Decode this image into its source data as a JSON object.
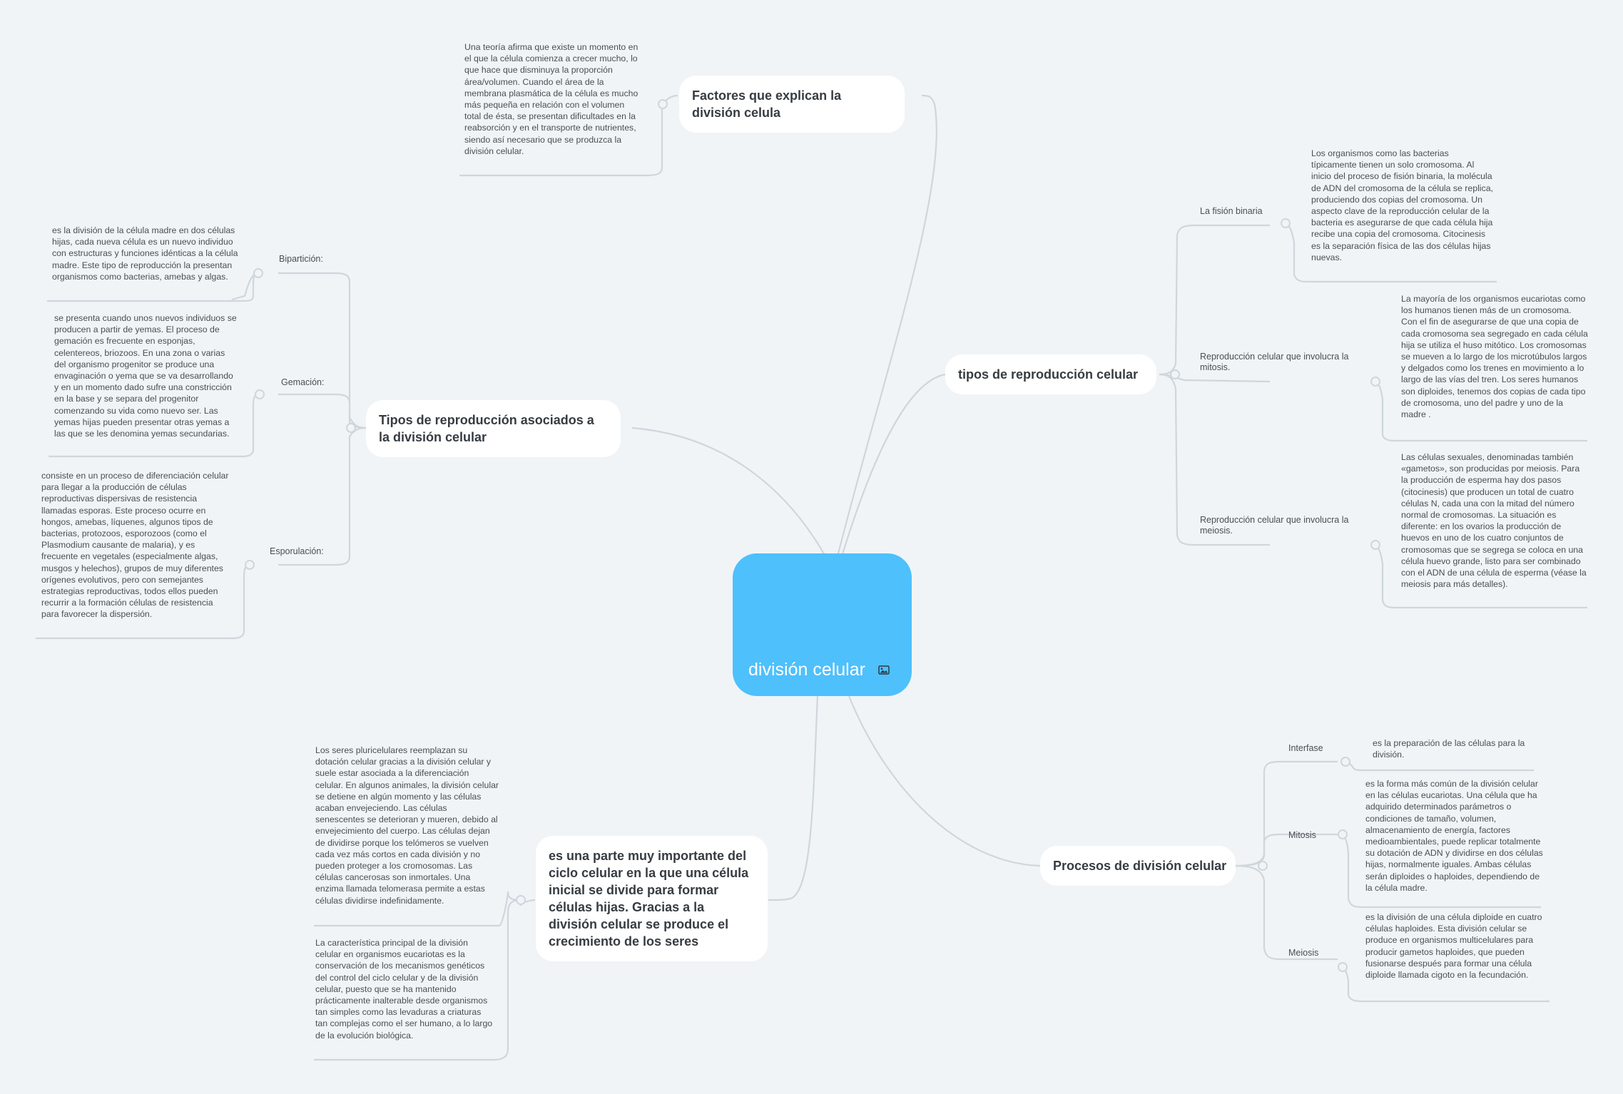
{
  "root": {
    "title": "división celular",
    "icon": "image-icon"
  },
  "branches": {
    "factores": {
      "title": "Factores que explican la división celula",
      "leaf": "Una teoría afirma que existe un momento en el que la célula comienza a crecer mucho, lo que hace que disminuya la proporción área/volumen. Cuando el área de la membrana plasmática de la célula es mucho más pequeña en relación con el volumen total de ésta, se presentan dificultades en la reabsorción y en el transporte de nutrientes, siendo así necesario que se produzca la división celular."
    },
    "tipos_asociados": {
      "title": "Tipos de reproducción asociados a la división celular",
      "items": [
        {
          "label": "Bipartición:",
          "text": "es la división de la célula madre en dos células hijas, cada nueva célula es un nuevo individuo con estructuras y funciones idénticas a la célula madre. Este tipo de reproducción la presentan organismos como bacterias, amebas y algas."
        },
        {
          "label": "Gemación:",
          "text": "se presenta cuando unos nuevos individuos se producen a partir de yemas. El proceso de gemación es frecuente en esponjas, celentereos, briozoos. En una zona o varias del organismo progenitor se produce una envaginación o yema que se va desarrollando y en un momento dado sufre una constricción en la base y se separa del progenitor comenzando su vida como nuevo ser. Las yemas hijas pueden presentar otras yemas a las que se les denomina yemas secundarias."
        },
        {
          "label": "Esporulación:",
          "text": "consiste en un proceso de diferenciación celular para llegar a la producción de células reproductivas dispersivas de resistencia llamadas esporas. Este proceso ocurre en hongos, amebas, líquenes, algunos tipos de bacterias, protozoos, esporozoos (como el Plasmodium causante de malaria), y es frecuente en vegetales (especialmente algas, musgos y helechos), grupos de muy diferentes orígenes evolutivos, pero con semejantes estrategias reproductivas, todos ellos pueden recurrir a la formación células de resistencia para favorecer la dispersión."
        }
      ]
    },
    "tipos_reproduccion": {
      "title": "tipos de reproducción celular",
      "items": [
        {
          "label": "La fisión binaria",
          "text": "Los organismos como las bacterias típicamente tienen un solo cromosoma. Al inicio del proceso de fisión binaria, la molécula de ADN del cromosoma de la célula se replica, produciendo dos copias del cromosoma. Un aspecto clave de la reproducción celular de la bacteria es asegurarse de que cada célula hija recibe una copia del cromosoma. Citocinesis es la separación física de las dos células hijas nuevas."
        },
        {
          "label": "Reproducción celular que involucra la mitosis.",
          "text": "La mayoría de los organismos eucariotas como los humanos tienen más de un cromosoma. Con el fin de asegurarse de que una copia de cada cromosoma sea segregado en cada célula hija se utiliza el huso mitótico. Los cromosomas se mueven a lo largo de los microtúbulos largos y delgados como los trenes en movimiento a lo largo de las vías del tren. Los seres humanos son diploides, tenemos dos copias de cada tipo de cromosoma, uno del padre y uno de la madre ."
        },
        {
          "label": "Reproducción celular que involucra la meiosis.",
          "text": "Las células sexuales, denominadas también «gametos», son producidas por meiosis. Para la producción de esperma hay dos pasos (citocinesis) que producen un total de cuatro células N, cada una con la mitad del número normal de cromosomas. La situación es diferente: en los ovarios la producción de huevos en uno de los cuatro conjuntos de cromosomas que se segrega se coloca en una célula huevo grande, listo para ser combinado con el ADN de una célula de esperma (véase la meiosis para más detalles)."
        }
      ]
    },
    "definicion": {
      "title": "es una parte muy importante del ciclo celular en la que una célula inicial se divide para formar células hijas. Gracias a la división celular se produce el crecimiento de los seres",
      "leaves": [
        "Los seres pluricelulares reemplazan su dotación celular gracias a la división celular y suele estar asociada a la diferenciación celular. En algunos animales, la división celular se detiene en algún momento y las células acaban envejeciendo. Las células senescentes se deterioran y mueren, debido al envejecimiento del cuerpo. Las células dejan de dividirse porque los telómeros se vuelven cada vez más cortos en cada división y no pueden proteger a los cromosomas. Las células cancerosas son inmortales. Una enzima llamada telomerasa permite a estas células dividirse indefinidamente.",
        "La característica principal de la división celular en organismos eucariotas es la conservación de los mecanismos genéticos del control del ciclo celular y de la división celular, puesto que se ha mantenido prácticamente inalterable desde organismos tan simples como las levaduras a criaturas tan complejas como el ser humano, a lo largo de la evolución biológica."
      ]
    },
    "procesos": {
      "title": "Procesos de división celular",
      "items": [
        {
          "label": "Interfase",
          "text": "es la preparación de las células para la división."
        },
        {
          "label": "Mitosis",
          "text": "es la forma más común de la división celular en las células eucariotas. Una célula que ha adquirido determinados parámetros o condiciones de tamaño, volumen, almacenamiento de energía, factores medioambientales, puede replicar totalmente su dotación de ADN y dividirse en dos células hijas, normalmente iguales. Ambas células serán diploides o haploides, dependiendo de la célula madre."
        },
        {
          "label": "Meiosis",
          "text": "es la división de una célula diploide en cuatro células haploides. Esta división celular se produce en organismos multicelulares para producir gametos haploides, que pueden fusionarse después para formar una célula diploide llamada cigoto en la fecundación."
        }
      ]
    }
  }
}
